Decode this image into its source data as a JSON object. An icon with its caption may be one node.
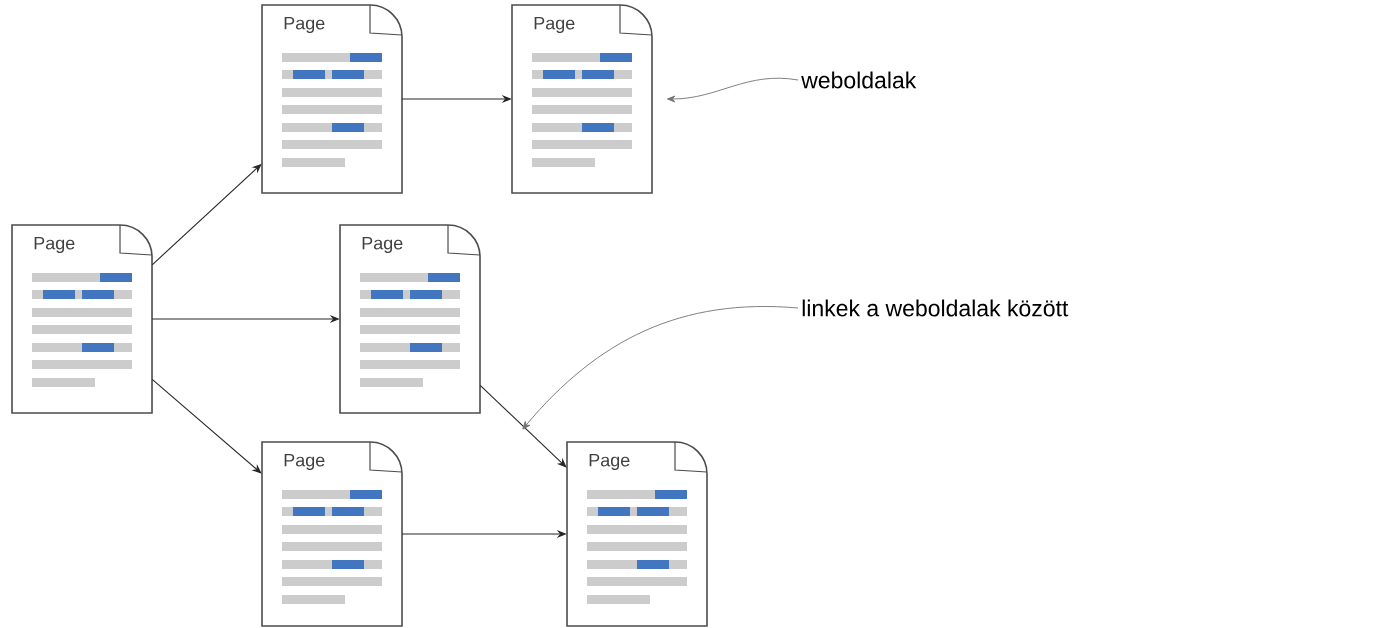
{
  "diagram": {
    "nodes": [
      {
        "text": [
          "Page"
        ]
      },
      {
        "text": [
          "Page"
        ]
      },
      {
        "text": [
          "Page"
        ]
      },
      {
        "text": [
          "Page"
        ]
      },
      {
        "text": [
          "Page"
        ]
      },
      {
        "text": [
          "Page"
        ]
      },
      {
        "text": [
          "weboldalak"
        ]
      },
      {
        "text": [
          "linkek a weboldalak között"
        ]
      }
    ],
    "edges": [
      {
        "from": 0,
        "to": 1,
        "arrow": "to"
      },
      {
        "from": 1,
        "to": 2,
        "arrow": "to"
      },
      {
        "from": 0,
        "to": 3,
        "arrow": "to"
      },
      {
        "from": 0,
        "to": 4,
        "arrow": "to"
      },
      {
        "from": 3,
        "to": 5,
        "arrow": "to"
      },
      {
        "from": 4,
        "to": 5,
        "arrow": "to"
      },
      {
        "from": 6,
        "to": 2,
        "arrow": "to"
      },
      {
        "from": 7,
        "to": null,
        "arrow": "to"
      }
    ]
  }
}
